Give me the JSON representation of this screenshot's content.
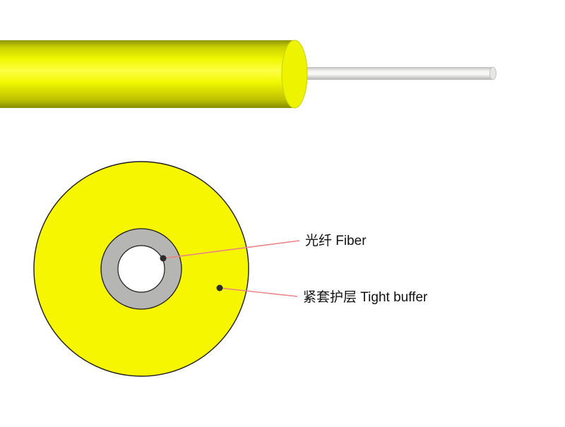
{
  "diagram": {
    "type": "fiber-optic-tight-buffered-cable-structure",
    "labels": {
      "fiber": "光纤 Fiber",
      "tight_buffer": "紧套护层 Tight buffer"
    },
    "colors": {
      "jacket_yellow": "#f6f600",
      "jacket_end_cap": "#eef400",
      "buffer_gray": "#b5b5b3",
      "fiber_rod_white": "#f2f2f0",
      "core_white": "#ffffff",
      "leader_line": "#e98585",
      "marker_dot": "#2b2b2b",
      "outline": "#1c1c1c",
      "label_text": "#111111"
    }
  }
}
